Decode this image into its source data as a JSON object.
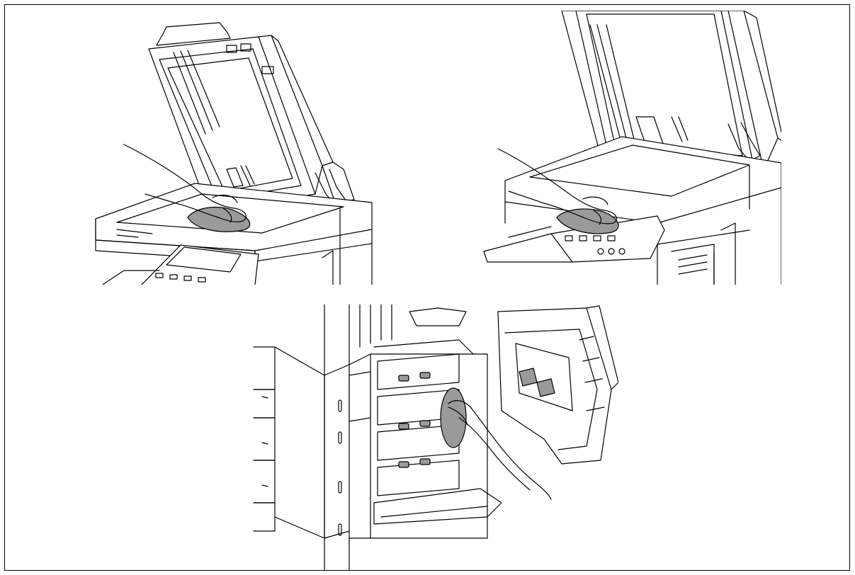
{
  "figure": {
    "panels": [
      {
        "id": "glass-cleaning-left",
        "icon": "hand-wiping-cloth"
      },
      {
        "id": "glass-cleaning-right",
        "icon": "hand-wiping-cloth"
      },
      {
        "id": "inside-cleaning",
        "icon": "hand-wiping-cloth"
      }
    ],
    "colors": {
      "line": "#000000",
      "cloth": "#9a9a9a",
      "background": "#ffffff"
    }
  }
}
